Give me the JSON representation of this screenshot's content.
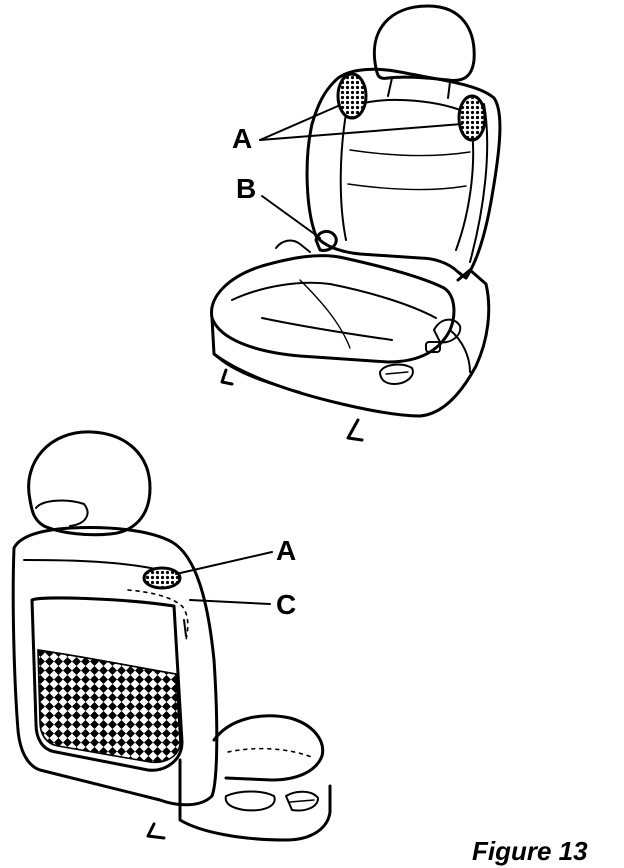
{
  "labels": {
    "a_front": "A",
    "b_front": "B",
    "a_rear": "A",
    "c_rear": "C"
  },
  "caption": "Figure 13"
}
